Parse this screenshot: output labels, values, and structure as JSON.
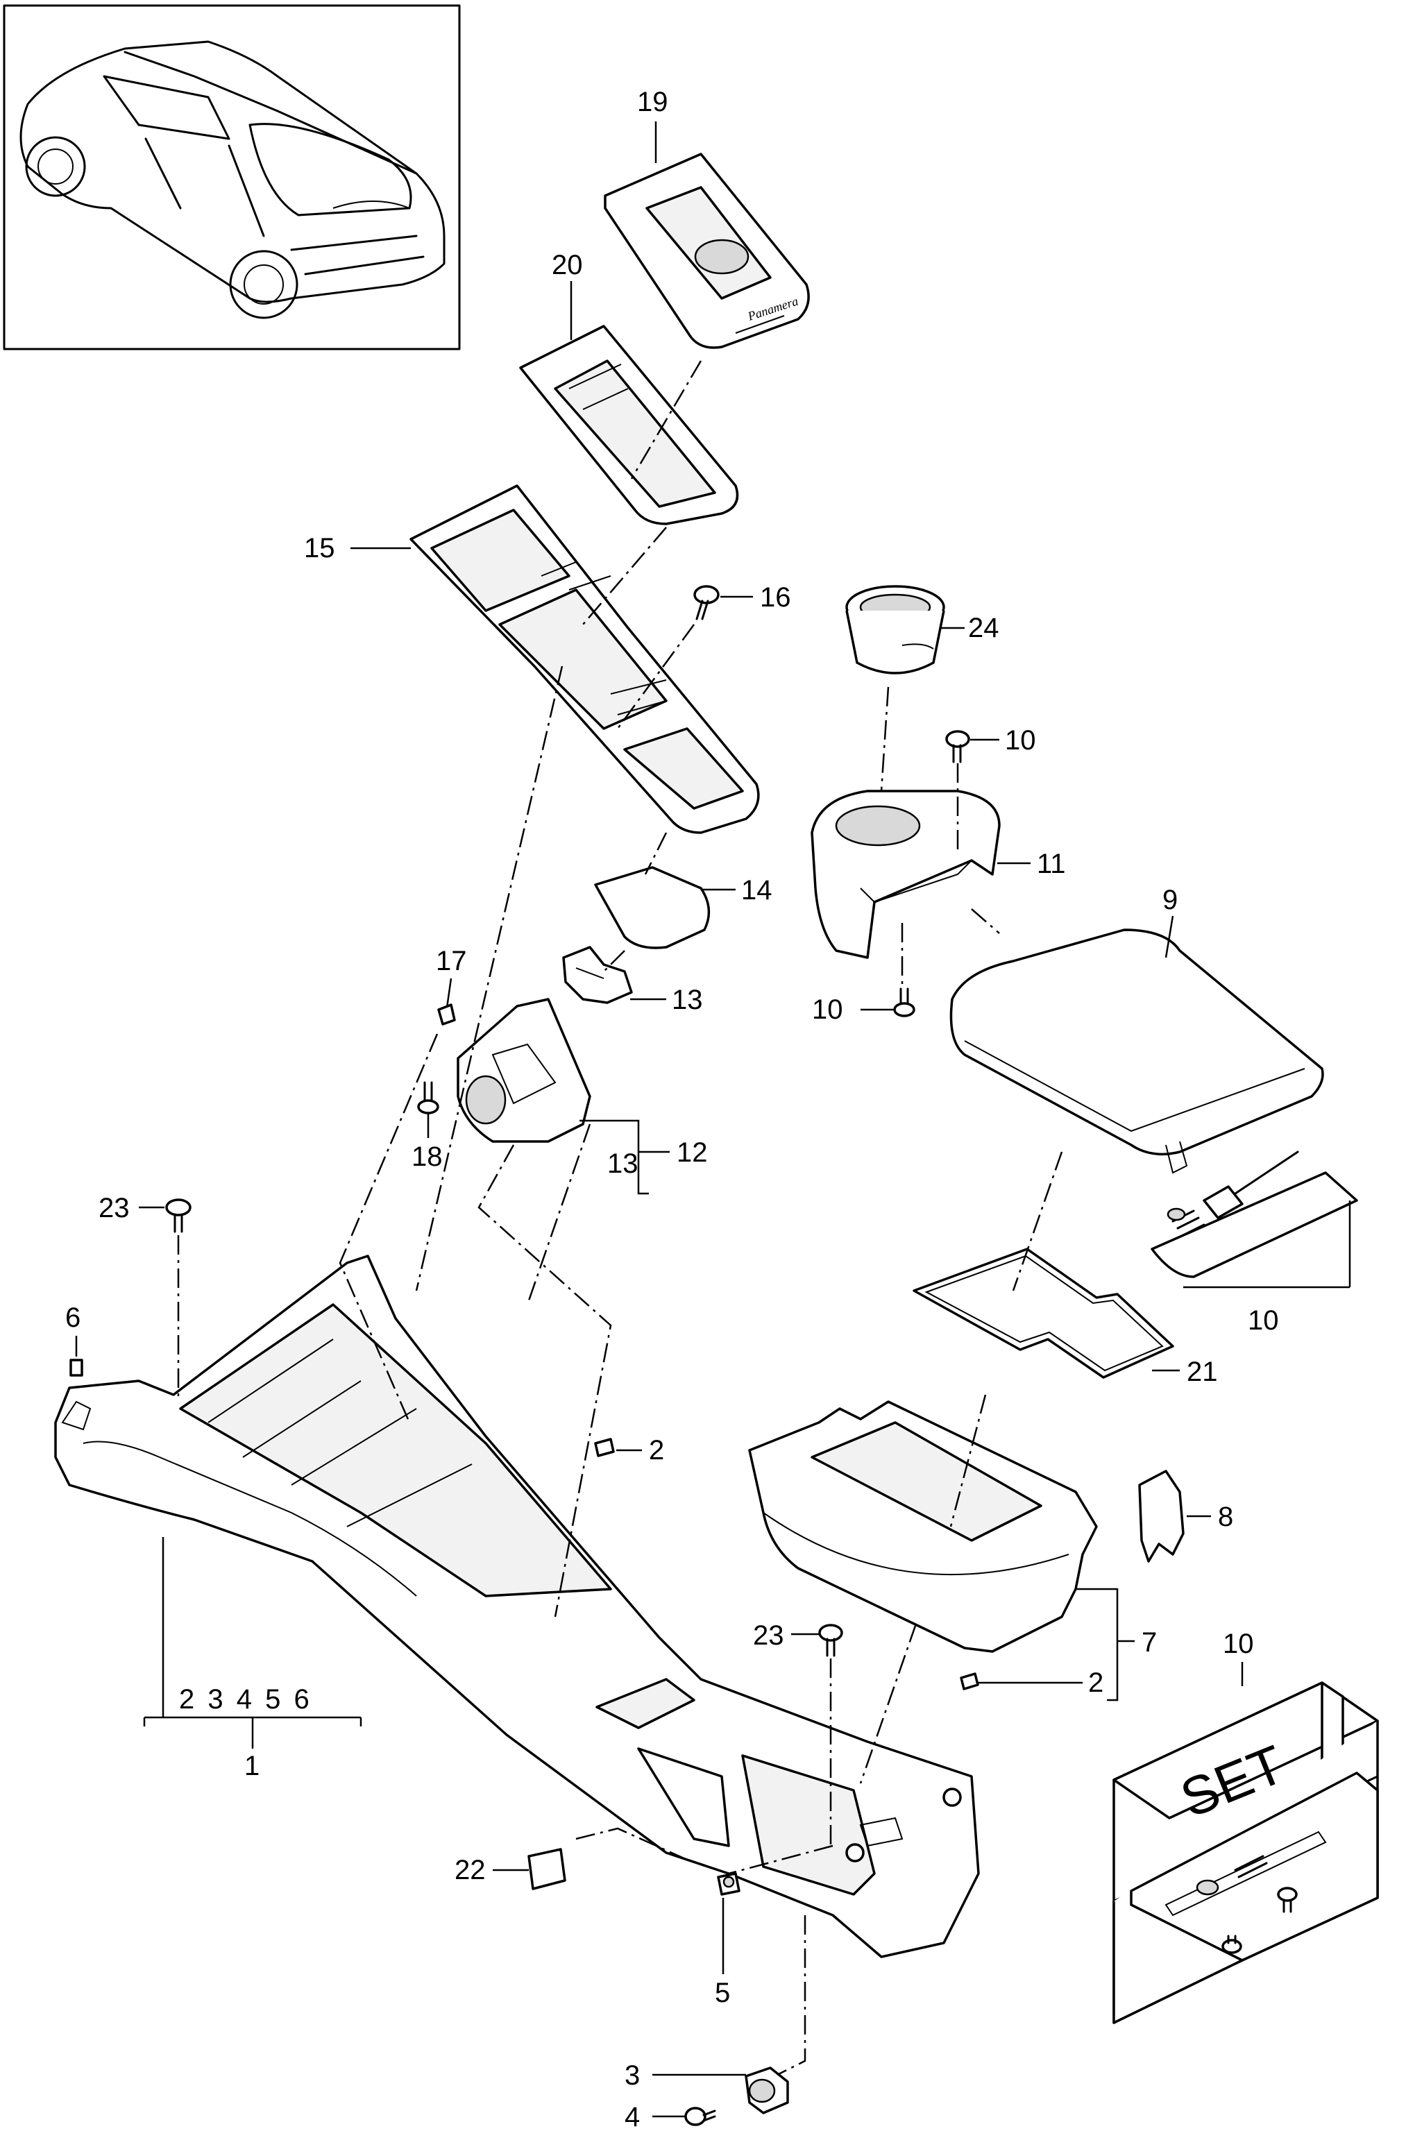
{
  "labels": {
    "l19": "19",
    "l20": "20",
    "l15": "15",
    "l16": "16",
    "l24": "24",
    "l10a": "10",
    "l11": "11",
    "l9": "9",
    "l14": "14",
    "l17": "17",
    "l13a": "13",
    "l10b": "10",
    "l18": "18",
    "l13b": "13",
    "l12": "12",
    "l23a": "23",
    "l10c": "10",
    "l6": "6",
    "l21": "21",
    "l2a": "2",
    "l8": "8",
    "l23b": "23",
    "l7": "7",
    "l2b": "2",
    "l10d": "10",
    "group1": "2 3 4 5 6",
    "l1": "1",
    "l22": "22",
    "l5": "5",
    "l3": "3",
    "l4": "4"
  },
  "set_box": {
    "text": "SET"
  }
}
